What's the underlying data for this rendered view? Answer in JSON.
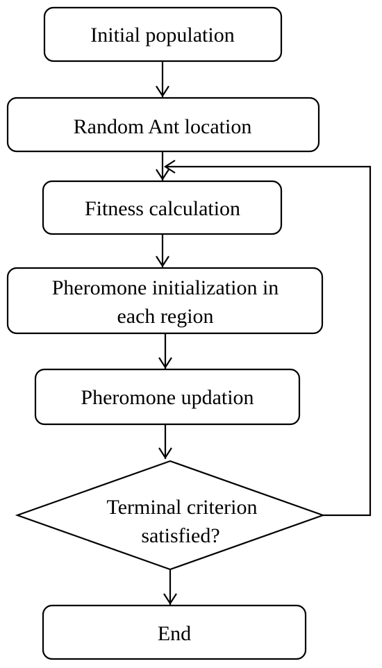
{
  "flowchart": {
    "nodes": [
      {
        "id": "initial_population",
        "shape": "rounded-rectangle",
        "lines": [
          "Initial population"
        ]
      },
      {
        "id": "random_ant_location",
        "shape": "rounded-rectangle",
        "lines": [
          "Random Ant location"
        ]
      },
      {
        "id": "fitness_calculation",
        "shape": "rounded-rectangle",
        "lines": [
          "Fitness calculation"
        ]
      },
      {
        "id": "pheromone_initialization",
        "shape": "rounded-rectangle",
        "lines": [
          "Pheromone initialization in",
          "each region"
        ]
      },
      {
        "id": "pheromone_updation",
        "shape": "rounded-rectangle",
        "lines": [
          "Pheromone updation"
        ]
      },
      {
        "id": "terminal_criterion",
        "shape": "diamond",
        "lines": [
          "Terminal criterion",
          "satisfied?"
        ]
      },
      {
        "id": "end",
        "shape": "rounded-rectangle",
        "lines": [
          "End"
        ]
      }
    ],
    "edges": [
      {
        "from": "initial_population",
        "to": "random_ant_location"
      },
      {
        "from": "random_ant_location",
        "to": "fitness_calculation"
      },
      {
        "from": "fitness_calculation",
        "to": "pheromone_initialization"
      },
      {
        "from": "pheromone_initialization",
        "to": "pheromone_updation"
      },
      {
        "from": "pheromone_updation",
        "to": "terminal_criterion"
      },
      {
        "from": "terminal_criterion",
        "to": "end"
      },
      {
        "from": "terminal_criterion",
        "to": "fitness_calculation",
        "route": "loop-back-right"
      }
    ],
    "colors": {
      "stroke": "#000000",
      "fill": "#ffffff",
      "text": "#000000"
    }
  }
}
